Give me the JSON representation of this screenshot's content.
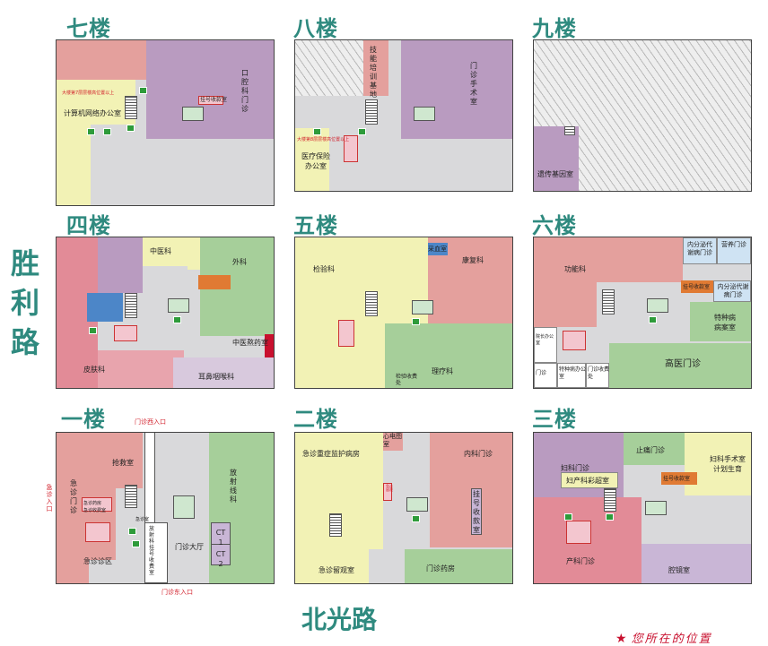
{
  "roads": {
    "west": "胜利路",
    "south": "北光路"
  },
  "legend": {
    "star": "★",
    "text": "您所在的位置"
  },
  "floors": {
    "f7": {
      "title": "七楼",
      "rooms": {
        "comp": "计算机网络办公室",
        "oral": "口腔科门诊",
        "reg": "挂号收款室",
        "note": "大楼第7层层楼高位置以上"
      }
    },
    "f8": {
      "title": "八楼",
      "rooms": {
        "train": "技能培训基地",
        "surg": "门诊手术室",
        "ins": "医疗保险办公室",
        "note": "大楼第8层层楼高位置以上"
      }
    },
    "f9": {
      "title": "九楼",
      "rooms": {
        "gene": "遗传基因室"
      }
    },
    "f4": {
      "title": "四楼",
      "rooms": {
        "tcm": "中医科",
        "surg": "外科",
        "ent": "耳鼻咽喉科",
        "derm": "皮肤科",
        "pharm": "中医熬药室"
      }
    },
    "f5": {
      "title": "五楼",
      "rooms": {
        "lab": "检验科",
        "blood": "采血室",
        "rehab": "康复科",
        "physio": "理疗科",
        "reg": "检验收费处"
      }
    },
    "f6": {
      "title": "六楼",
      "rooms": {
        "func": "功能科",
        "endo1": "内分泌代谢病门诊",
        "nutri": "营养门诊",
        "endo2": "内分泌代谢病门诊",
        "reg": "挂号收款室",
        "special": "特种病病案室",
        "vip": "高医门诊",
        "dean": "院长办公室",
        "spec_office": "特种病办公室",
        "outpat_charge": "门诊收费处",
        "door": "门诊"
      }
    },
    "f1": {
      "title": "一楼",
      "rooms": {
        "rescue": "抢救室",
        "radio": "放射线科",
        "er": "急诊门诊",
        "ertriage": "急诊诊区",
        "hall": "门诊大厅",
        "ct1": "CT 1",
        "ct2": "CT 2",
        "rad_reg": "放射科挂号收费室",
        "e1": "急诊药房",
        "e2": "急诊收费室",
        "west": "门诊西入口",
        "east": "门诊东入口",
        "erin": "急诊入口",
        "side": "急诊室"
      }
    },
    "f2": {
      "title": "二楼",
      "rooms": {
        "icu": "急诊重症监护病房",
        "ecg": "心电图室",
        "med": "内科门诊",
        "reg": "挂号收款室",
        "obs": "急诊留观室",
        "pharm": "门诊药房",
        "note": "急诊留观"
      }
    },
    "f3": {
      "title": "三楼",
      "rooms": {
        "gyn": "妇科门诊",
        "pain": "止痛门诊",
        "gynsurg": "妇科手术室计划生育",
        "us": "妇产科彩超室",
        "reg": "挂号收款室",
        "obst": "产科门诊",
        "endo": "腔镜室"
      }
    }
  }
}
